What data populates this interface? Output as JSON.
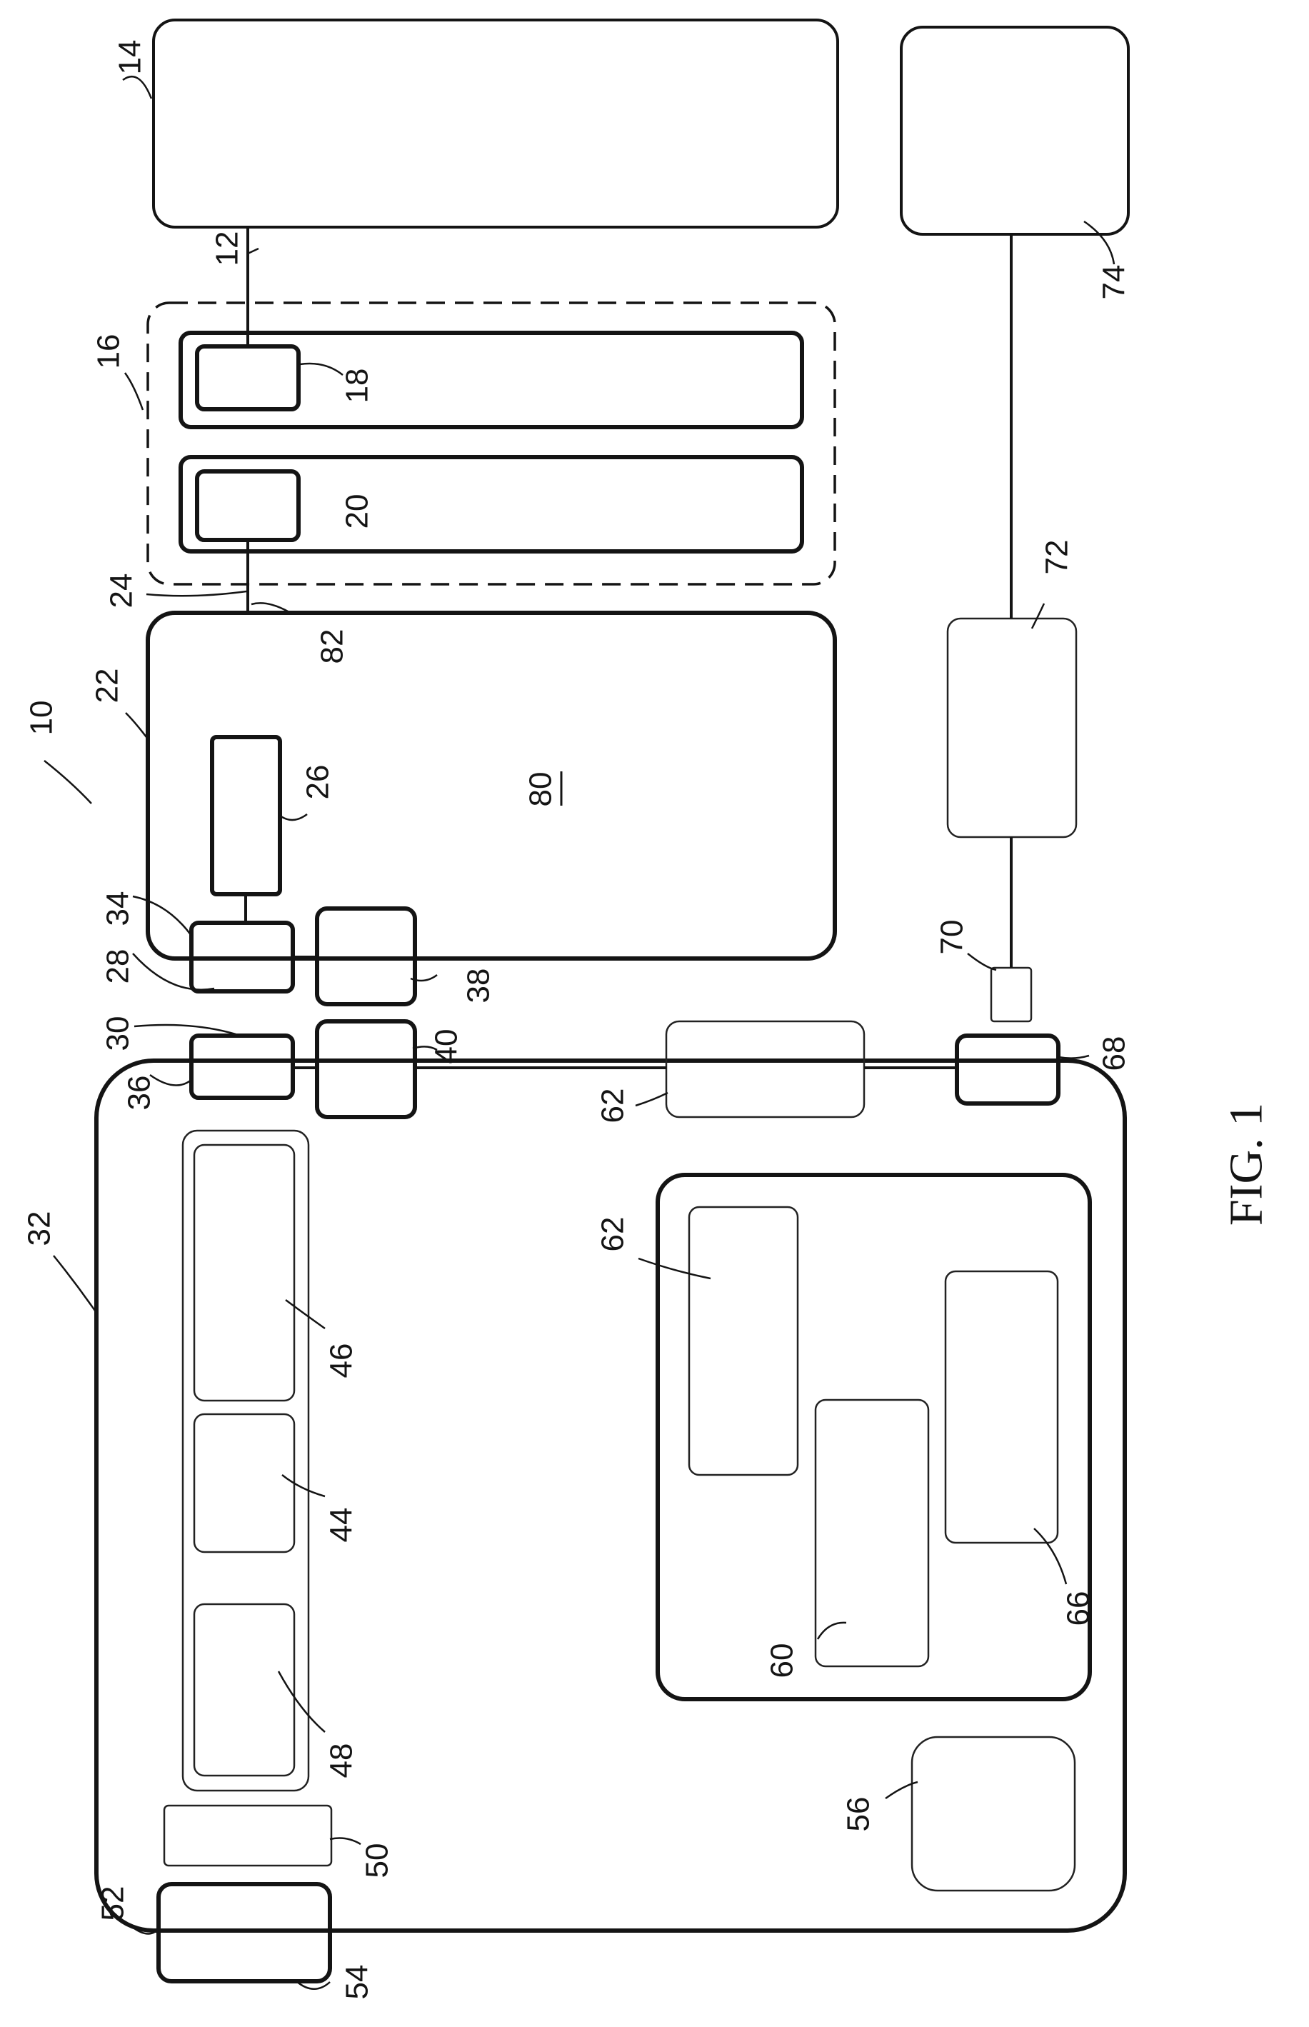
{
  "figure": {
    "caption": "FIG. 1",
    "refs": {
      "r10": "10",
      "r12": "12",
      "r14": "14",
      "r16": "16",
      "r18": "18",
      "r20": "20",
      "r22": "22",
      "r24": "24",
      "r26": "26",
      "r28": "28",
      "r30": "30",
      "r32": "32",
      "r34": "34",
      "r36": "36",
      "r38": "38",
      "r40": "40",
      "r44": "44",
      "r46": "46",
      "r48": "48",
      "r50": "50",
      "r52": "52",
      "r54": "54",
      "r56": "56",
      "r60": "60",
      "r62a": "62",
      "r62b": "62",
      "r66": "66",
      "r68": "68",
      "r70": "70",
      "r72": "72",
      "r74": "74",
      "r80": "80",
      "r82": "82"
    }
  }
}
